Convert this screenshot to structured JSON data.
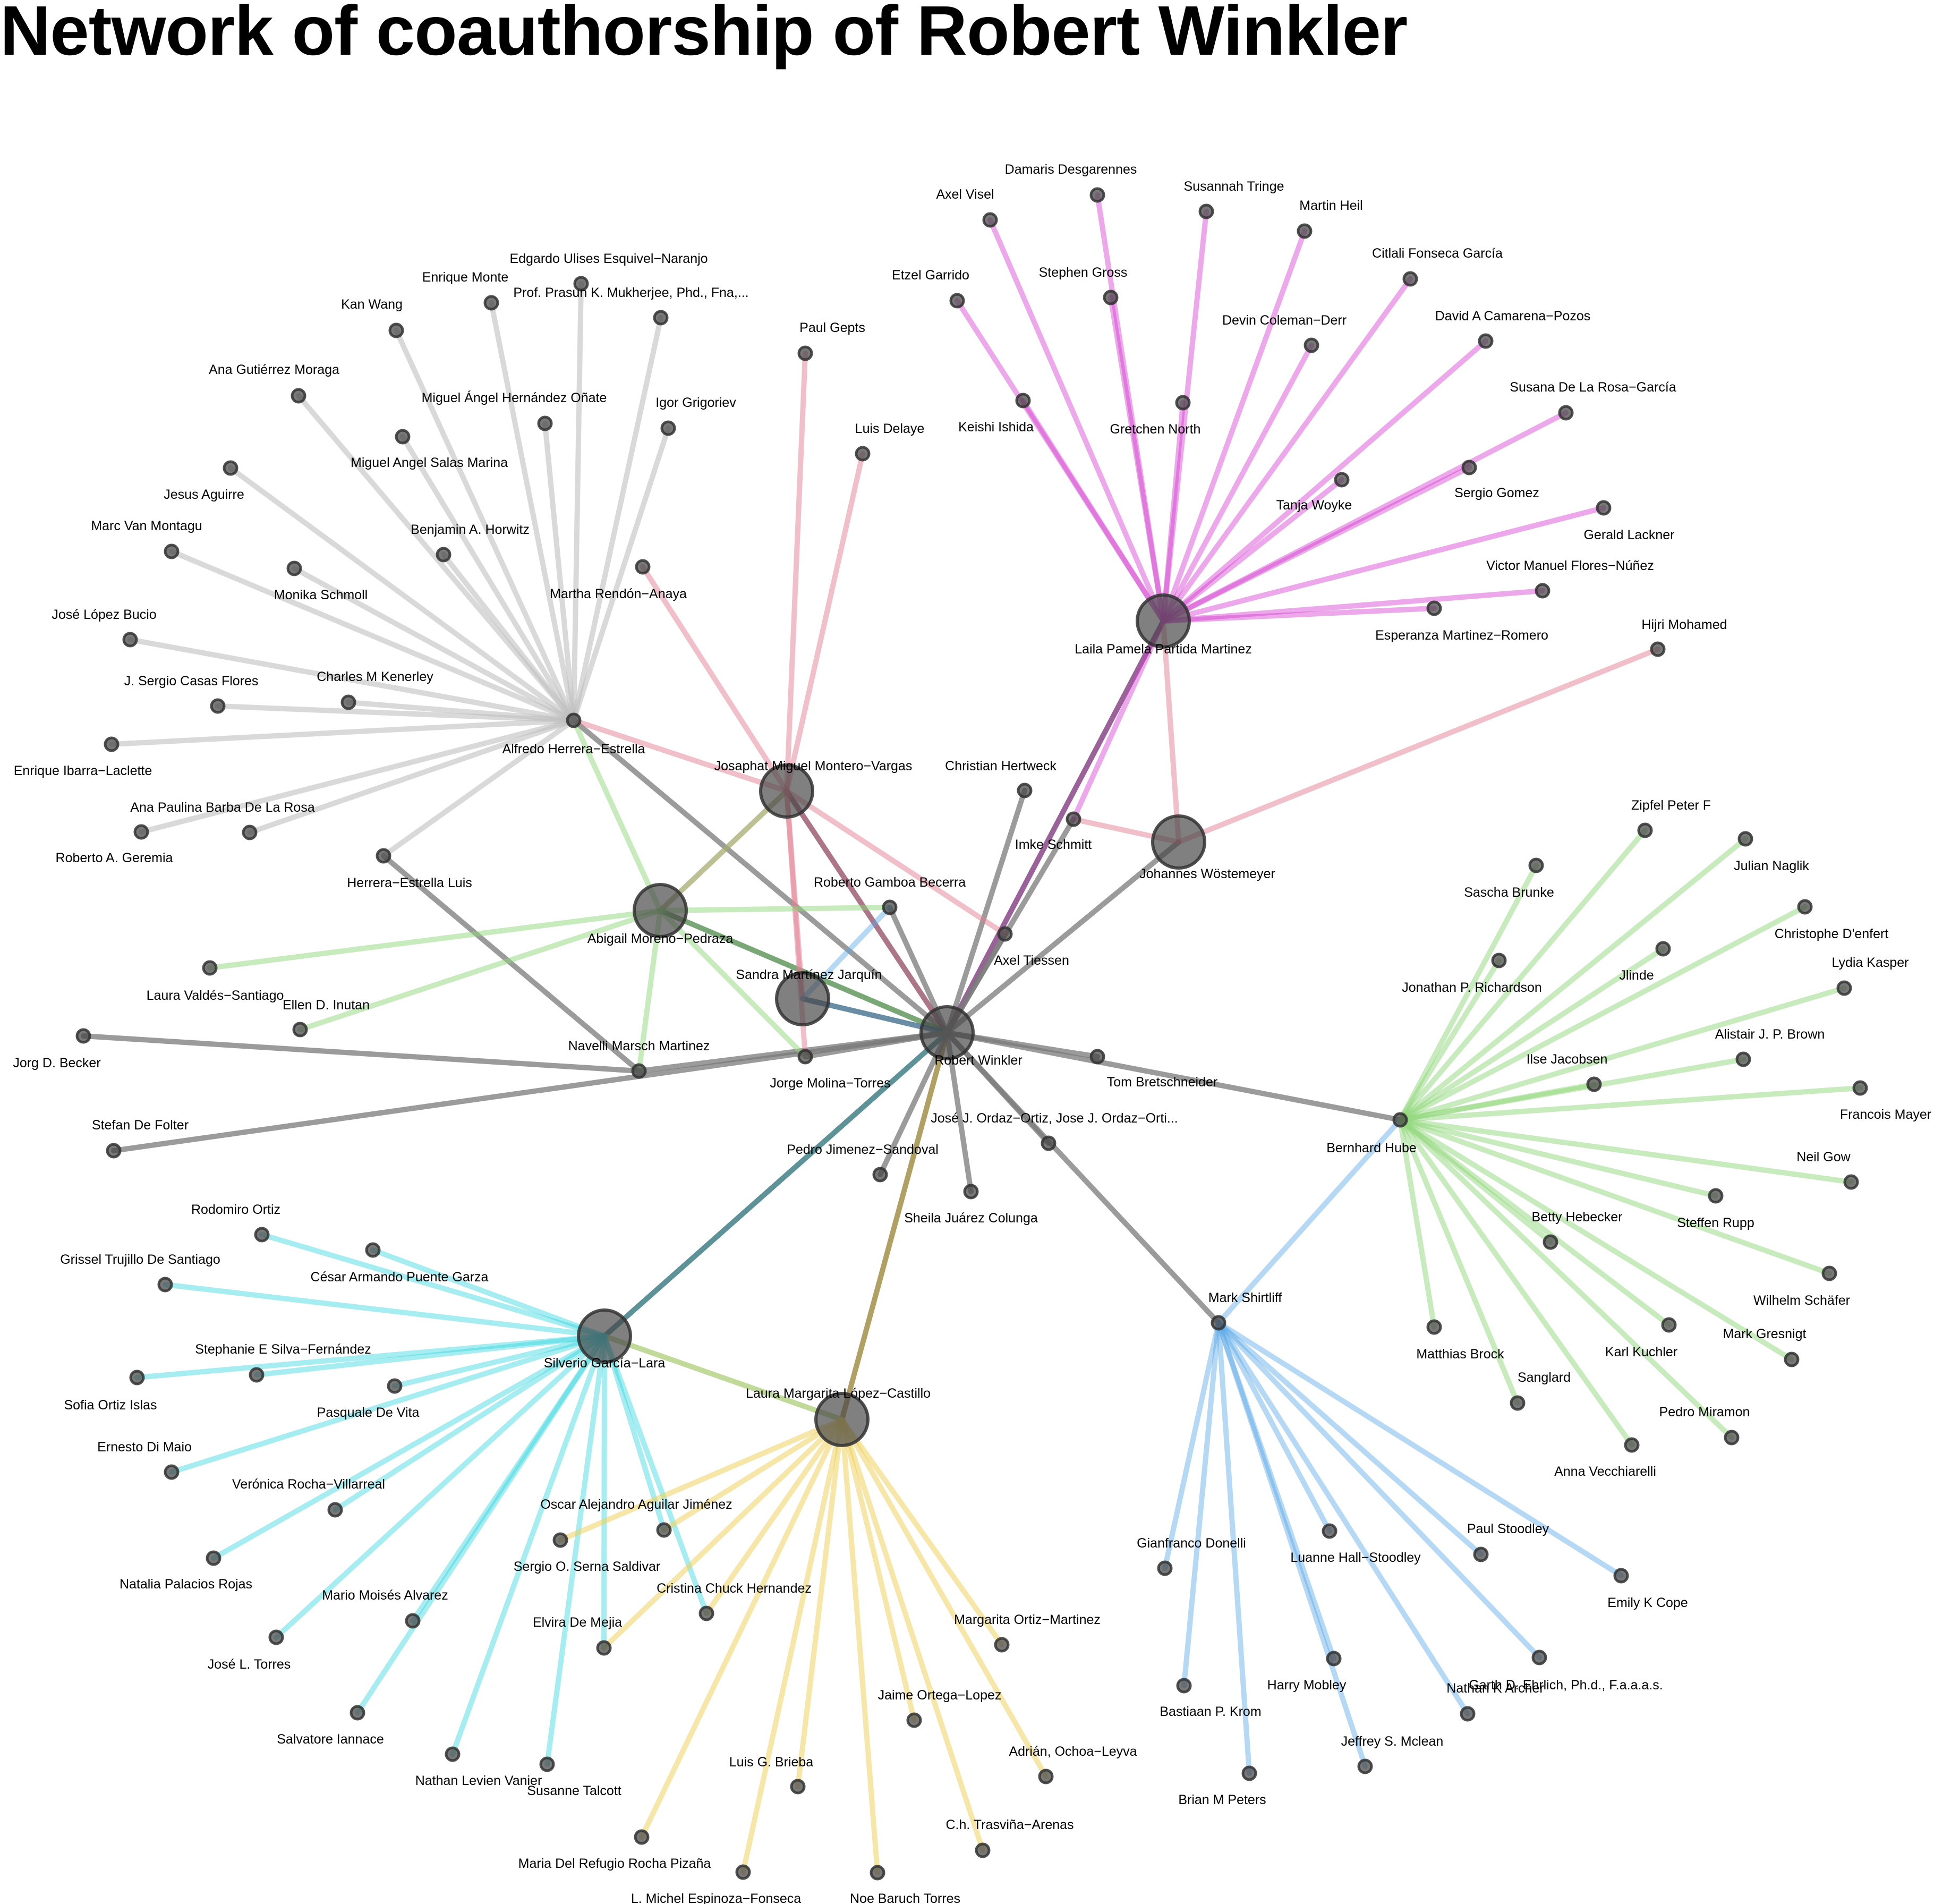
{
  "title": "Network of coauthorship of Robert Winkler",
  "colors": {
    "gray": "#bfbfbf",
    "pink": "#e37f94",
    "magenta": "#d53fd1",
    "green": "#8fd87a",
    "cyan": "#38d6e0",
    "yellow": "#efd25e",
    "blue": "#5aa9e6",
    "node": "#444444"
  },
  "nodes": [
    {
      "id": "n1",
      "label": "Robert Winkler",
      "size": "big"
    },
    {
      "id": "n2",
      "label": "Alfredo Herrera−Estrella",
      "size": "small"
    },
    {
      "id": "n3",
      "label": "Josaphat Miguel Montero−Vargas",
      "size": "big"
    },
    {
      "id": "n4",
      "label": "Abigail Moreno−Pedraza",
      "size": "big"
    },
    {
      "id": "n5",
      "label": "Sandra Martínez Jarquín",
      "size": "big"
    },
    {
      "id": "n6",
      "label": "Laila Pamela Partida Martinez",
      "size": "big"
    },
    {
      "id": "n7",
      "label": "Johannes Wöstemeyer",
      "size": "big"
    },
    {
      "id": "n8",
      "label": "Silverio García−Lara",
      "size": "big"
    },
    {
      "id": "n9",
      "label": "Laura Margarita López−Castillo",
      "size": "big"
    },
    {
      "id": "n10",
      "label": "Bernhard Hube",
      "size": "small"
    },
    {
      "id": "n11",
      "label": "Mark Shirtliff",
      "size": "small"
    },
    {
      "id": "n12",
      "label": "Navelli Marsch Martinez",
      "size": "small"
    },
    {
      "id": "n13",
      "label": "Roberto Gamboa Becerra",
      "size": "small"
    },
    {
      "id": "n14",
      "label": "Axel Tiessen",
      "size": "small"
    },
    {
      "id": "n15",
      "label": "Imke Schmitt",
      "size": "small"
    },
    {
      "id": "n16",
      "label": "Christian Hertweck",
      "size": "small"
    },
    {
      "id": "n17",
      "label": "Tom Bretschneider",
      "size": "small"
    },
    {
      "id": "n18",
      "label": "José J. Ordaz−Ortiz, Jose J. Ordaz−Orti...",
      "size": "small"
    },
    {
      "id": "n19",
      "label": "Sheila Juárez Colunga",
      "size": "small"
    },
    {
      "id": "n20",
      "label": "Pedro Jimenez−Sandoval",
      "size": "small"
    },
    {
      "id": "n21",
      "label": "Jorge Molina−Torres",
      "size": "small"
    },
    {
      "id": "n22",
      "label": "Herrera−Estrella Luis",
      "size": "small"
    },
    {
      "id": "n23",
      "label": "Jorg D. Becker",
      "size": "small"
    },
    {
      "id": "n24",
      "label": "Stefan De Folter",
      "size": "small"
    },
    {
      "id": "n25",
      "label": "Laura Valdés−Santiago",
      "size": "small"
    },
    {
      "id": "n26",
      "label": "Ellen D. Inutan",
      "size": "small"
    },
    {
      "id": "n27",
      "label": "Paul Gepts",
      "size": "small"
    },
    {
      "id": "n28",
      "label": "Luis Delaye",
      "size": "small"
    },
    {
      "id": "n29",
      "label": "Martha Rendón−Anaya",
      "size": "small"
    },
    {
      "id": "n30",
      "label": "Hijri Mohamed",
      "size": "small"
    },
    {
      "id": "n31",
      "label": "Edgardo Ulises Esquivel−Naranjo",
      "size": "small"
    },
    {
      "id": "n32",
      "label": "Enrique Monte",
      "size": "small"
    },
    {
      "id": "n33",
      "label": "Prof. Prasun K. Mukherjee, Phd., Fna,...",
      "size": "small"
    },
    {
      "id": "n34",
      "label": "Kan Wang",
      "size": "small"
    },
    {
      "id": "n35",
      "label": "Miguel Ángel Hernández Oñate",
      "size": "small"
    },
    {
      "id": "n36",
      "label": "Ana Gutiérrez Moraga",
      "size": "small"
    },
    {
      "id": "n37",
      "label": "Miguel Angel Salas Marina",
      "size": "small"
    },
    {
      "id": "n38",
      "label": "Igor Grigoriev",
      "size": "small"
    },
    {
      "id": "n39",
      "label": "Jesus Aguirre",
      "size": "small"
    },
    {
      "id": "n40",
      "label": "Benjamin A. Horwitz",
      "size": "small"
    },
    {
      "id": "n41",
      "label": "Marc Van Montagu",
      "size": "small"
    },
    {
      "id": "n42",
      "label": "Monika Schmoll",
      "size": "small"
    },
    {
      "id": "n43",
      "label": "José López Bucio",
      "size": "small"
    },
    {
      "id": "n44",
      "label": "Charles  M Kenerley",
      "size": "small"
    },
    {
      "id": "n45",
      "label": "J. Sergio Casas Flores",
      "size": "small"
    },
    {
      "id": "n46",
      "label": "Enrique Ibarra−Laclette",
      "size": "small"
    },
    {
      "id": "n47",
      "label": "Ana Paulina Barba De La Rosa",
      "size": "small"
    },
    {
      "id": "n48",
      "label": "Roberto A. Geremia",
      "size": "small"
    },
    {
      "id": "n49",
      "label": "Damaris Desgarennes",
      "size": "small"
    },
    {
      "id": "n50",
      "label": "Axel Visel",
      "size": "small"
    },
    {
      "id": "n51",
      "label": "Susannah Tringe",
      "size": "small"
    },
    {
      "id": "n52",
      "label": "Martin Heil",
      "size": "small"
    },
    {
      "id": "n53",
      "label": "Etzel Garrido",
      "size": "small"
    },
    {
      "id": "n54",
      "label": "Stephen Gross",
      "size": "small"
    },
    {
      "id": "n55",
      "label": "Citlali Fonseca García",
      "size": "small"
    },
    {
      "id": "n56",
      "label": "Devin Coleman−Derr",
      "size": "small"
    },
    {
      "id": "n57",
      "label": "David A Camarena−Pozos",
      "size": "small"
    },
    {
      "id": "n58",
      "label": "Keishi Ishida",
      "size": "small"
    },
    {
      "id": "n59",
      "label": "Gretchen North",
      "size": "small"
    },
    {
      "id": "n60",
      "label": "Susana De La Rosa−García",
      "size": "small"
    },
    {
      "id": "n61",
      "label": "Tanja Woyke",
      "size": "small"
    },
    {
      "id": "n62",
      "label": "Sergio Gomez",
      "size": "small"
    },
    {
      "id": "n63",
      "label": "Gerald Lackner",
      "size": "small"
    },
    {
      "id": "n64",
      "label": "Victor Manuel Flores−Núñez",
      "size": "small"
    },
    {
      "id": "n65",
      "label": "Esperanza Martinez−Romero",
      "size": "small"
    },
    {
      "id": "n66",
      "label": "Zipfel Peter F",
      "size": "small"
    },
    {
      "id": "n67",
      "label": "Julian Naglik",
      "size": "small"
    },
    {
      "id": "n68",
      "label": "Sascha Brunke",
      "size": "small"
    },
    {
      "id": "n69",
      "label": "Christophe D'enfert",
      "size": "small"
    },
    {
      "id": "n70",
      "label": "Jonathan P. Richardson",
      "size": "small"
    },
    {
      "id": "n71",
      "label": "Jlinde",
      "size": "small"
    },
    {
      "id": "n72",
      "label": "Lydia Kasper",
      "size": "small"
    },
    {
      "id": "n73",
      "label": "Alistair J. P. Brown",
      "size": "small"
    },
    {
      "id": "n74",
      "label": "Ilse Jacobsen",
      "size": "small"
    },
    {
      "id": "n75",
      "label": "Francois Mayer",
      "size": "small"
    },
    {
      "id": "n76",
      "label": "Neil Gow",
      "size": "small"
    },
    {
      "id": "n77",
      "label": "Steffen Rupp",
      "size": "small"
    },
    {
      "id": "n78",
      "label": "Betty Hebecker",
      "size": "small"
    },
    {
      "id": "n79",
      "label": "Wilhelm Schäfer",
      "size": "small"
    },
    {
      "id": "n80",
      "label": "Karl Kuchler",
      "size": "small"
    },
    {
      "id": "n81",
      "label": "Matthias Brock",
      "size": "small"
    },
    {
      "id": "n82",
      "label": "Mark Gresnigt",
      "size": "small"
    },
    {
      "id": "n83",
      "label": "Sanglard",
      "size": "small"
    },
    {
      "id": "n84",
      "label": "Pedro Miramon",
      "size": "small"
    },
    {
      "id": "n85",
      "label": "Anna Vecchiarelli",
      "size": "small"
    },
    {
      "id": "n86",
      "label": "Rodomiro Ortiz",
      "size": "small"
    },
    {
      "id": "n87",
      "label": "Grissel Trujillo De Santiago",
      "size": "small"
    },
    {
      "id": "n88",
      "label": "César Armando Puente Garza",
      "size": "small"
    },
    {
      "id": "n89",
      "label": "Stephanie E Silva−Fernández",
      "size": "small"
    },
    {
      "id": "n90",
      "label": "Sofia Ortiz Islas",
      "size": "small"
    },
    {
      "id": "n91",
      "label": "Pasquale De Vita",
      "size": "small"
    },
    {
      "id": "n92",
      "label": "Ernesto Di Maio",
      "size": "small"
    },
    {
      "id": "n93",
      "label": "Verónica Rocha−Villarreal",
      "size": "small"
    },
    {
      "id": "n94",
      "label": "Natalia Palacios Rojas",
      "size": "small"
    },
    {
      "id": "n95",
      "label": "Oscar Alejandro Aguilar Jiménez",
      "size": "small"
    },
    {
      "id": "n96",
      "label": "Sergio O. Serna Saldivar",
      "size": "small"
    },
    {
      "id": "n97",
      "label": "Mario Moisés Alvarez",
      "size": "small"
    },
    {
      "id": "n98",
      "label": "José L. Torres",
      "size": "small"
    },
    {
      "id": "n99",
      "label": "Cristina Chuck Hernandez",
      "size": "small"
    },
    {
      "id": "n100",
      "label": "Salvatore Iannace",
      "size": "small"
    },
    {
      "id": "n101",
      "label": "Elvira De Mejia",
      "size": "small"
    },
    {
      "id": "n102",
      "label": "Nathan Levien Vanier",
      "size": "small"
    },
    {
      "id": "n103",
      "label": "Susanne Talcott",
      "size": "small"
    },
    {
      "id": "n104",
      "label": "Margarita Ortiz−Martinez",
      "size": "small"
    },
    {
      "id": "n105",
      "label": "Jaime Ortega−Lopez",
      "size": "small"
    },
    {
      "id": "n106",
      "label": "Adrián, Ochoa−Leyva",
      "size": "small"
    },
    {
      "id": "n107",
      "label": "Luis G. Brieba",
      "size": "small"
    },
    {
      "id": "n108",
      "label": "C.h. Trasviña−Arenas",
      "size": "small"
    },
    {
      "id": "n109",
      "label": "Maria Del Refugio Rocha Pizaña",
      "size": "small"
    },
    {
      "id": "n110",
      "label": "L. Michel Espinoza−Fonseca",
      "size": "small"
    },
    {
      "id": "n111",
      "label": "Noe Baruch Torres",
      "size": "small"
    },
    {
      "id": "n112",
      "label": "Gianfranco Donelli",
      "size": "small"
    },
    {
      "id": "n113",
      "label": "Luanne Hall−Stoodley",
      "size": "small"
    },
    {
      "id": "n114",
      "label": "Paul Stoodley",
      "size": "small"
    },
    {
      "id": "n115",
      "label": "Emily K Cope",
      "size": "small"
    },
    {
      "id": "n116",
      "label": "Garth D. Ehrlich, Ph.d., F.a.a.a.s.",
      "size": "small"
    },
    {
      "id": "n117",
      "label": "Bastiaan P. Krom",
      "size": "small"
    },
    {
      "id": "n118",
      "label": "Harry Mobley",
      "size": "small"
    },
    {
      "id": "n119",
      "label": "Nathan K Archer",
      "size": "small"
    },
    {
      "id": "n120",
      "label": "Jeffrey S. Mclean",
      "size": "small"
    },
    {
      "id": "n121",
      "label": "Brian M Peters",
      "size": "small"
    }
  ],
  "edges": [
    [
      "n1",
      "n2",
      "dark"
    ],
    [
      "n1",
      "n3",
      "mixpink"
    ],
    [
      "n1",
      "n4",
      "mixgreen"
    ],
    [
      "n1",
      "n5",
      "mixblue"
    ],
    [
      "n1",
      "n6",
      "mixmag"
    ],
    [
      "n1",
      "n7",
      "dark"
    ],
    [
      "n1",
      "n8",
      "mixcyan"
    ],
    [
      "n1",
      "n9",
      "mixyellow"
    ],
    [
      "n1",
      "n10",
      "dark"
    ],
    [
      "n1",
      "n11",
      "dark"
    ],
    [
      "n1",
      "n12",
      "dark"
    ],
    [
      "n1",
      "n13",
      "dark"
    ],
    [
      "n1",
      "n14",
      "dark"
    ],
    [
      "n1",
      "n15",
      "dark"
    ],
    [
      "n1",
      "n16",
      "dark"
    ],
    [
      "n1",
      "n17",
      "dark"
    ],
    [
      "n1",
      "n18",
      "dark"
    ],
    [
      "n1",
      "n19",
      "dark"
    ],
    [
      "n1",
      "n20",
      "dark"
    ],
    [
      "n1",
      "n21",
      "dark"
    ],
    [
      "n1",
      "n24",
      "dark"
    ],
    [
      "n12",
      "n22",
      "dark"
    ],
    [
      "n12",
      "n23",
      "dark"
    ],
    [
      "n3",
      "n4",
      "mixolive"
    ],
    [
      "n3",
      "n5",
      "pink"
    ],
    [
      "n3",
      "n21",
      "pink"
    ],
    [
      "n3",
      "n27",
      "pink"
    ],
    [
      "n3",
      "n28",
      "pink"
    ],
    [
      "n3",
      "n29",
      "pink"
    ],
    [
      "n3",
      "n2",
      "pink"
    ],
    [
      "n3",
      "n14",
      "pink"
    ],
    [
      "n7",
      "n30",
      "pink"
    ],
    [
      "n7",
      "n15",
      "pink"
    ],
    [
      "n6",
      "n7",
      "pink"
    ],
    [
      "n4",
      "n2",
      "green"
    ],
    [
      "n4",
      "n12",
      "green"
    ],
    [
      "n4",
      "n25",
      "green"
    ],
    [
      "n4",
      "n26",
      "green"
    ],
    [
      "n4",
      "n21",
      "green"
    ],
    [
      "n4",
      "n13",
      "green"
    ],
    [
      "n5",
      "n13",
      "blue"
    ],
    [
      "n10",
      "n11",
      "blue"
    ],
    [
      "n8",
      "n9",
      "mixlime"
    ],
    [
      "n2",
      "n22",
      "gray"
    ],
    [
      "n2",
      "n31",
      "gray"
    ],
    [
      "n2",
      "n32",
      "gray"
    ],
    [
      "n2",
      "n33",
      "gray"
    ],
    [
      "n2",
      "n34",
      "gray"
    ],
    [
      "n2",
      "n35",
      "gray"
    ],
    [
      "n2",
      "n36",
      "gray"
    ],
    [
      "n2",
      "n37",
      "gray"
    ],
    [
      "n2",
      "n38",
      "gray"
    ],
    [
      "n2",
      "n39",
      "gray"
    ],
    [
      "n2",
      "n40",
      "gray"
    ],
    [
      "n2",
      "n41",
      "gray"
    ],
    [
      "n2",
      "n42",
      "gray"
    ],
    [
      "n2",
      "n43",
      "gray"
    ],
    [
      "n2",
      "n44",
      "gray"
    ],
    [
      "n2",
      "n45",
      "gray"
    ],
    [
      "n2",
      "n46",
      "gray"
    ],
    [
      "n2",
      "n47",
      "gray"
    ],
    [
      "n2",
      "n48",
      "gray"
    ],
    [
      "n6",
      "n49",
      "magenta"
    ],
    [
      "n6",
      "n50",
      "magenta"
    ],
    [
      "n6",
      "n51",
      "magenta"
    ],
    [
      "n6",
      "n52",
      "magenta"
    ],
    [
      "n6",
      "n53",
      "magenta"
    ],
    [
      "n6",
      "n54",
      "magenta"
    ],
    [
      "n6",
      "n55",
      "magenta"
    ],
    [
      "n6",
      "n56",
      "magenta"
    ],
    [
      "n6",
      "n57",
      "magenta"
    ],
    [
      "n6",
      "n58",
      "magenta"
    ],
    [
      "n6",
      "n59",
      "magenta"
    ],
    [
      "n6",
      "n60",
      "magenta"
    ],
    [
      "n6",
      "n61",
      "magenta"
    ],
    [
      "n6",
      "n62",
      "magenta"
    ],
    [
      "n6",
      "n63",
      "magenta"
    ],
    [
      "n6",
      "n64",
      "magenta"
    ],
    [
      "n6",
      "n65",
      "magenta"
    ],
    [
      "n6",
      "n15",
      "magenta"
    ],
    [
      "n10",
      "n66",
      "green"
    ],
    [
      "n10",
      "n67",
      "green"
    ],
    [
      "n10",
      "n68",
      "green"
    ],
    [
      "n10",
      "n69",
      "green"
    ],
    [
      "n10",
      "n70",
      "green"
    ],
    [
      "n10",
      "n71",
      "green"
    ],
    [
      "n10",
      "n72",
      "green"
    ],
    [
      "n10",
      "n73",
      "green"
    ],
    [
      "n10",
      "n74",
      "green"
    ],
    [
      "n10",
      "n75",
      "green"
    ],
    [
      "n10",
      "n76",
      "green"
    ],
    [
      "n10",
      "n77",
      "green"
    ],
    [
      "n10",
      "n78",
      "green"
    ],
    [
      "n10",
      "n79",
      "green"
    ],
    [
      "n10",
      "n80",
      "green"
    ],
    [
      "n10",
      "n81",
      "green"
    ],
    [
      "n10",
      "n82",
      "green"
    ],
    [
      "n10",
      "n83",
      "green"
    ],
    [
      "n10",
      "n84",
      "green"
    ],
    [
      "n10",
      "n85",
      "green"
    ],
    [
      "n8",
      "n86",
      "cyan"
    ],
    [
      "n8",
      "n87",
      "cyan"
    ],
    [
      "n8",
      "n88",
      "cyan"
    ],
    [
      "n8",
      "n89",
      "cyan"
    ],
    [
      "n8",
      "n90",
      "cyan"
    ],
    [
      "n8",
      "n91",
      "cyan"
    ],
    [
      "n8",
      "n92",
      "cyan"
    ],
    [
      "n8",
      "n93",
      "cyan"
    ],
    [
      "n8",
      "n94",
      "cyan"
    ],
    [
      "n8",
      "n95",
      "cyan"
    ],
    [
      "n8",
      "n97",
      "cyan"
    ],
    [
      "n8",
      "n98",
      "cyan"
    ],
    [
      "n8",
      "n99",
      "cyan"
    ],
    [
      "n8",
      "n100",
      "cyan"
    ],
    [
      "n8",
      "n101",
      "cyan"
    ],
    [
      "n8",
      "n102",
      "cyan"
    ],
    [
      "n8",
      "n103",
      "cyan"
    ],
    [
      "n9",
      "n95",
      "yellow"
    ],
    [
      "n9",
      "n96",
      "yellow"
    ],
    [
      "n9",
      "n99",
      "yellow"
    ],
    [
      "n9",
      "n101",
      "yellow"
    ],
    [
      "n9",
      "n104",
      "yellow"
    ],
    [
      "n9",
      "n105",
      "yellow"
    ],
    [
      "n9",
      "n106",
      "yellow"
    ],
    [
      "n9",
      "n107",
      "yellow"
    ],
    [
      "n9",
      "n108",
      "yellow"
    ],
    [
      "n9",
      "n109",
      "yellow"
    ],
    [
      "n9",
      "n110",
      "yellow"
    ],
    [
      "n9",
      "n111",
      "yellow"
    ],
    [
      "n11",
      "n112",
      "blue"
    ],
    [
      "n11",
      "n113",
      "blue"
    ],
    [
      "n11",
      "n114",
      "blue"
    ],
    [
      "n11",
      "n115",
      "blue"
    ],
    [
      "n11",
      "n116",
      "blue"
    ],
    [
      "n11",
      "n117",
      "blue"
    ],
    [
      "n11",
      "n118",
      "blue"
    ],
    [
      "n11",
      "n119",
      "blue"
    ],
    [
      "n11",
      "n120",
      "blue"
    ],
    [
      "n11",
      "n121",
      "blue"
    ]
  ]
}
